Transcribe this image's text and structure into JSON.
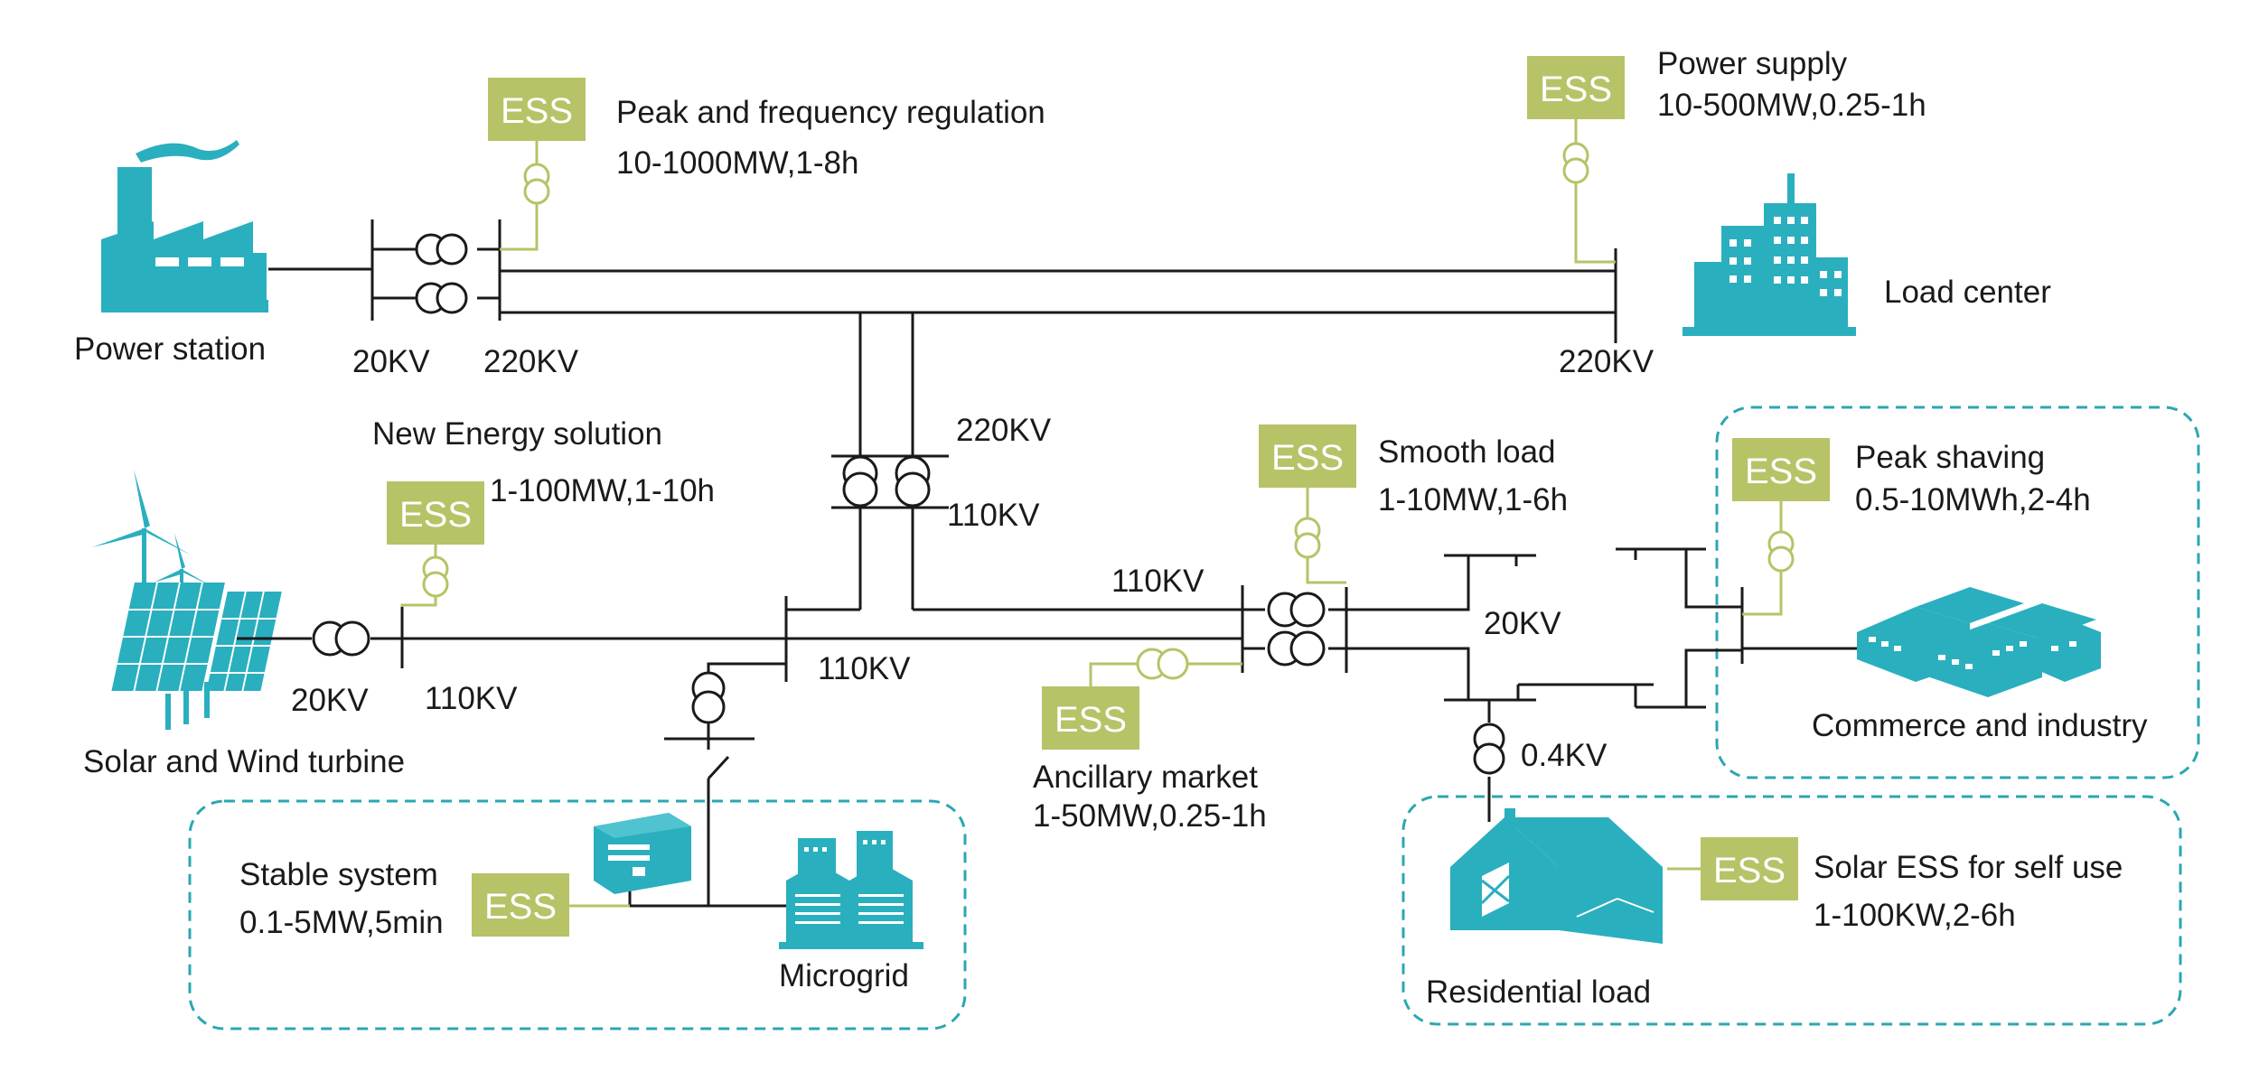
{
  "ess_label": "ESS",
  "colors": {
    "teal": "#2aafbf",
    "ess_box": "#b8c267",
    "ess_line": "#b8c267",
    "line": "#1a1a1a",
    "dashed_border": "#2aa7b2"
  },
  "nodes": {
    "power_station": "Power station",
    "load_center": "Load center",
    "solar_wind": "Solar and Wind turbine",
    "microgrid": "Microgrid",
    "commerce": "Commerce and industry",
    "residential": "Residential load"
  },
  "voltages": {
    "v20kv_station": "20KV",
    "v220kv_left": "220KV",
    "v220kv_right": "220KV",
    "v220kv_mid": "220KV",
    "v110kv_mid": "110KV",
    "v20kv_solar": "20KV",
    "v110kv_solar": "110KV",
    "v110kv_bus": "110KV",
    "v110kv_right": "110KV",
    "v20kv_dist": "20KV",
    "v04kv": "0.4KV"
  },
  "applications": {
    "peak_freq": {
      "title": "Peak and frequency regulation",
      "spec": "10-1000MW,1-8h"
    },
    "power_supply": {
      "title": "Power supply",
      "spec": "10-500MW,0.25-1h"
    },
    "new_energy": {
      "title": "New Energy solution",
      "spec": "1-100MW,1-10h"
    },
    "smooth_load": {
      "title": "Smooth load",
      "spec": "1-10MW,1-6h"
    },
    "peak_shaving": {
      "title": "Peak shaving",
      "spec": "0.5-10MWh,2-4h"
    },
    "ancillary": {
      "title": "Ancillary market",
      "spec": "1-50MW,0.25-1h"
    },
    "stable_system": {
      "title": "Stable system",
      "spec": "0.1-5MW,5min"
    },
    "solar_ess": {
      "title": "Solar ESS for self use",
      "spec": "1-100KW,2-6h"
    }
  }
}
